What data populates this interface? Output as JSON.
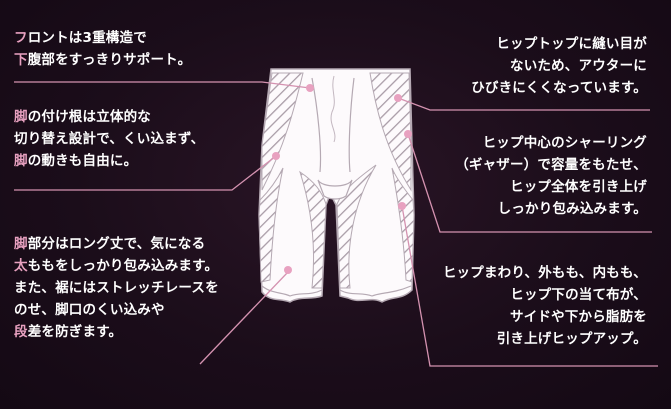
{
  "colors": {
    "background": "#190c19",
    "text": "#ffffff",
    "accent_pink": "#e8a1c0",
    "garment_fill": "#fdfafc",
    "garment_stroke": "#b5a9b3"
  },
  "annotations": {
    "front_panel": {
      "lines": [
        {
          "hl": "フ",
          "text": "ロントは3重構造で"
        },
        {
          "hl": "下",
          "text": "腹部をすっきりサポート。"
        }
      ]
    },
    "leg_base": {
      "lines": [
        {
          "hl": "脚",
          "text": "の付け根は立体的な"
        },
        {
          "hl": "",
          "text": "切り替え設計で、くい込まず、"
        },
        {
          "hl": "脚",
          "text": "の動きも自由に。"
        }
      ]
    },
    "leg_part": {
      "lines": [
        {
          "hl": "脚",
          "text": "部分はロング丈で、気になる"
        },
        {
          "hl": "太",
          "text": "ももをしっかり包み込みます。"
        },
        {
          "hl": "",
          "text": "また、裾にはストレッチレースを"
        },
        {
          "hl": "",
          "text": "のせ、脚口のくい込みや"
        },
        {
          "hl": "段",
          "text": "差を防ぎます。"
        }
      ]
    },
    "hip_top": {
      "lines": [
        {
          "text": "ヒップトップに縫い目が"
        },
        {
          "text": "ないため、アウターに"
        },
        {
          "text": "ひびきにくくなっています。"
        }
      ]
    },
    "hip_center": {
      "lines": [
        {
          "text": "ヒップ中心のシャーリング"
        },
        {
          "text": "（ギャザー）で容量をもたせ、"
        },
        {
          "text": "ヒップ全体を引き上げ"
        },
        {
          "text": "しっかり包み込みます。"
        }
      ]
    },
    "hip_around": {
      "lines": [
        {
          "text": "ヒップまわり、外もも、内もも、"
        },
        {
          "text": "ヒップ下の当て布が、"
        },
        {
          "text": "サイドや下から脂肪を"
        },
        {
          "text": "引き上げヒップアップ。"
        }
      ]
    }
  }
}
